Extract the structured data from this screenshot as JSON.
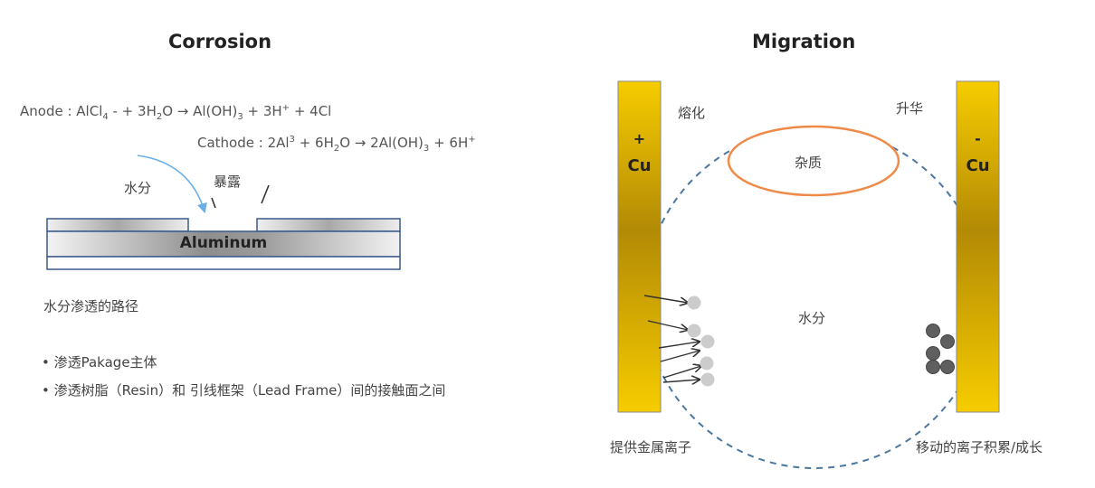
{
  "corrosion": {
    "title": "Corrosion",
    "anode_prefix": "Anode : AlCl",
    "anode_sub1": "4",
    "anode_mid1": " - + 3H",
    "anode_sub2": "2",
    "anode_mid2": "O → Al(OH)",
    "anode_sub3": "3",
    "anode_mid3": " + 3H",
    "anode_sup1": "+",
    "anode_end": " + 4Cl",
    "cathode_prefix": "Cathode : 2Al",
    "cathode_sup1": "3",
    "cathode_mid1": " + 6H",
    "cathode_sub1": "2",
    "cathode_mid2": "O → 2Al(OH)",
    "cathode_sub2": "3",
    "cathode_mid3": " + 6H",
    "cathode_sup2": "+",
    "moisture_label": "水分",
    "exposure_label": "暴露",
    "aluminum_label": "Aluminum",
    "path_caption": "水分渗透的路径",
    "bullets": [
      "• 渗透Pakage主体",
      "• 渗透树脂（Resin）和 引线框架（Lead Frame）间的接触面之间"
    ]
  },
  "migration": {
    "title": "Migration",
    "left_sign": "+",
    "left_metal": "Cu",
    "right_sign": "-",
    "right_metal": "Cu",
    "melt_label": "熔化",
    "sublime_label": "升华",
    "impurity_label": "杂质",
    "moisture_label": "水分",
    "supply_label": "提供金属离子",
    "growth_label": "移动的离子积累/成长"
  },
  "colors": {
    "electrode_gold": "#f2c200",
    "electrode_dark": "#b08a00",
    "impurity_orange": "#f08a48",
    "dashed_blue": "#4a78a0",
    "arrow_blue": "#6aaee6",
    "frame_blue": "#3c5a8c"
  }
}
